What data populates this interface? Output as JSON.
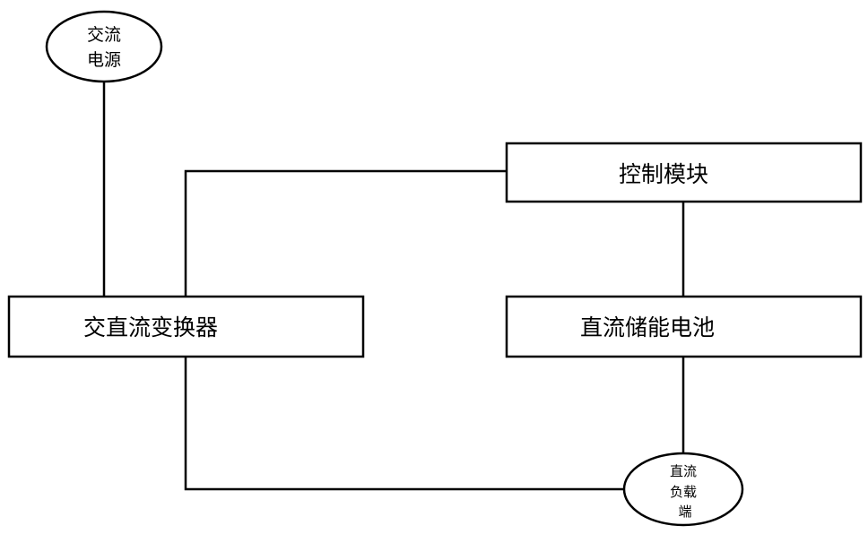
{
  "nodes": {
    "ac_source": {
      "lines": [
        "交流",
        "电源"
      ]
    },
    "control_module": {
      "label": "控制模块"
    },
    "ac_dc_converter": {
      "label": "交直流变换器"
    },
    "dc_battery": {
      "label": "直流储能电池"
    },
    "dc_load": {
      "lines": [
        "直流",
        "负载",
        "端"
      ]
    }
  }
}
